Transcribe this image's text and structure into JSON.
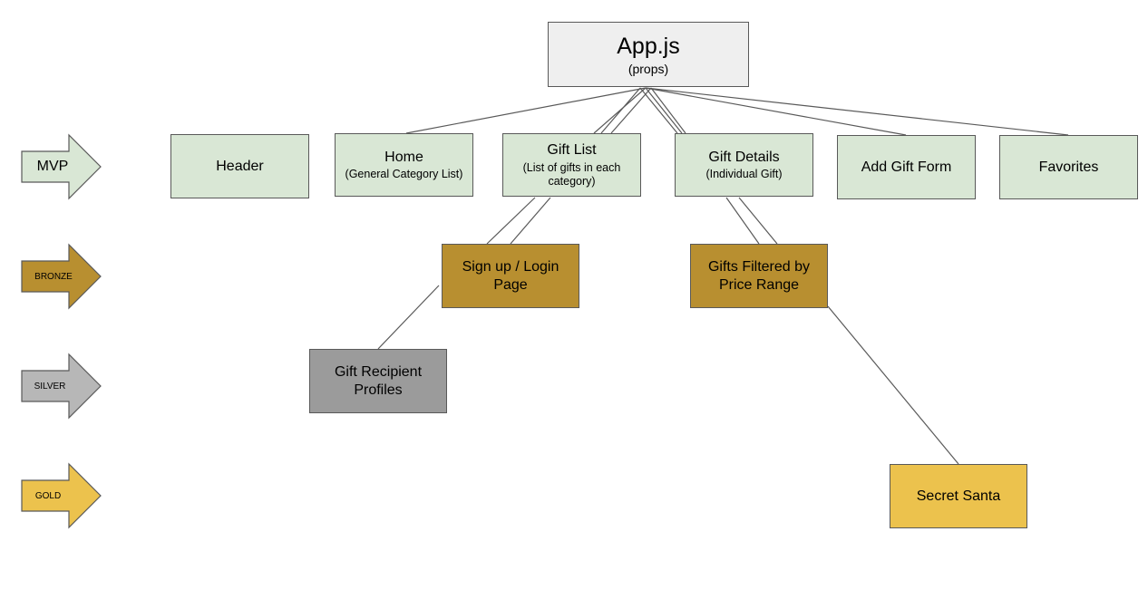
{
  "levels": {
    "mvp": {
      "label": "MVP",
      "color": "#d9e7d5"
    },
    "bronze": {
      "label": "BRONZE",
      "color": "#b88f30"
    },
    "silver": {
      "label": "SILVER",
      "color": "#b7b7b7"
    },
    "gold": {
      "label": "GOLD",
      "color": "#ecc24d"
    }
  },
  "nodes": {
    "app": {
      "title": "App.js",
      "subtitle": "(props)"
    },
    "header": {
      "title": "Header"
    },
    "home": {
      "title": "Home",
      "subtitle": "(General Category List)"
    },
    "gift_list": {
      "title": "Gift List",
      "subtitle": "(List of gifts in each category)"
    },
    "gift_details": {
      "title": "Gift Details",
      "subtitle": "(Individual Gift)"
    },
    "add_gift_form": {
      "title": "Add Gift Form"
    },
    "favorites": {
      "title": "Favorites"
    },
    "signup_login": {
      "title": "Sign up / Login Page"
    },
    "gifts_filtered": {
      "title": "Gifts Filtered by Price Range"
    },
    "recipient_profiles": {
      "title": "Gift Recipient Profiles"
    },
    "secret_santa": {
      "title": "Secret Santa"
    }
  },
  "edges": [
    [
      "app",
      "header"
    ],
    [
      "app",
      "home"
    ],
    [
      "app",
      "gift_list"
    ],
    [
      "app",
      "gift_details"
    ],
    [
      "app",
      "add_gift_form"
    ],
    [
      "app",
      "favorites"
    ],
    [
      "gift_list",
      "signup_login"
    ],
    [
      "gift_details",
      "gifts_filtered"
    ],
    [
      "signup_login",
      "recipient_profiles"
    ],
    [
      "gifts_filtered",
      "secret_santa"
    ]
  ]
}
